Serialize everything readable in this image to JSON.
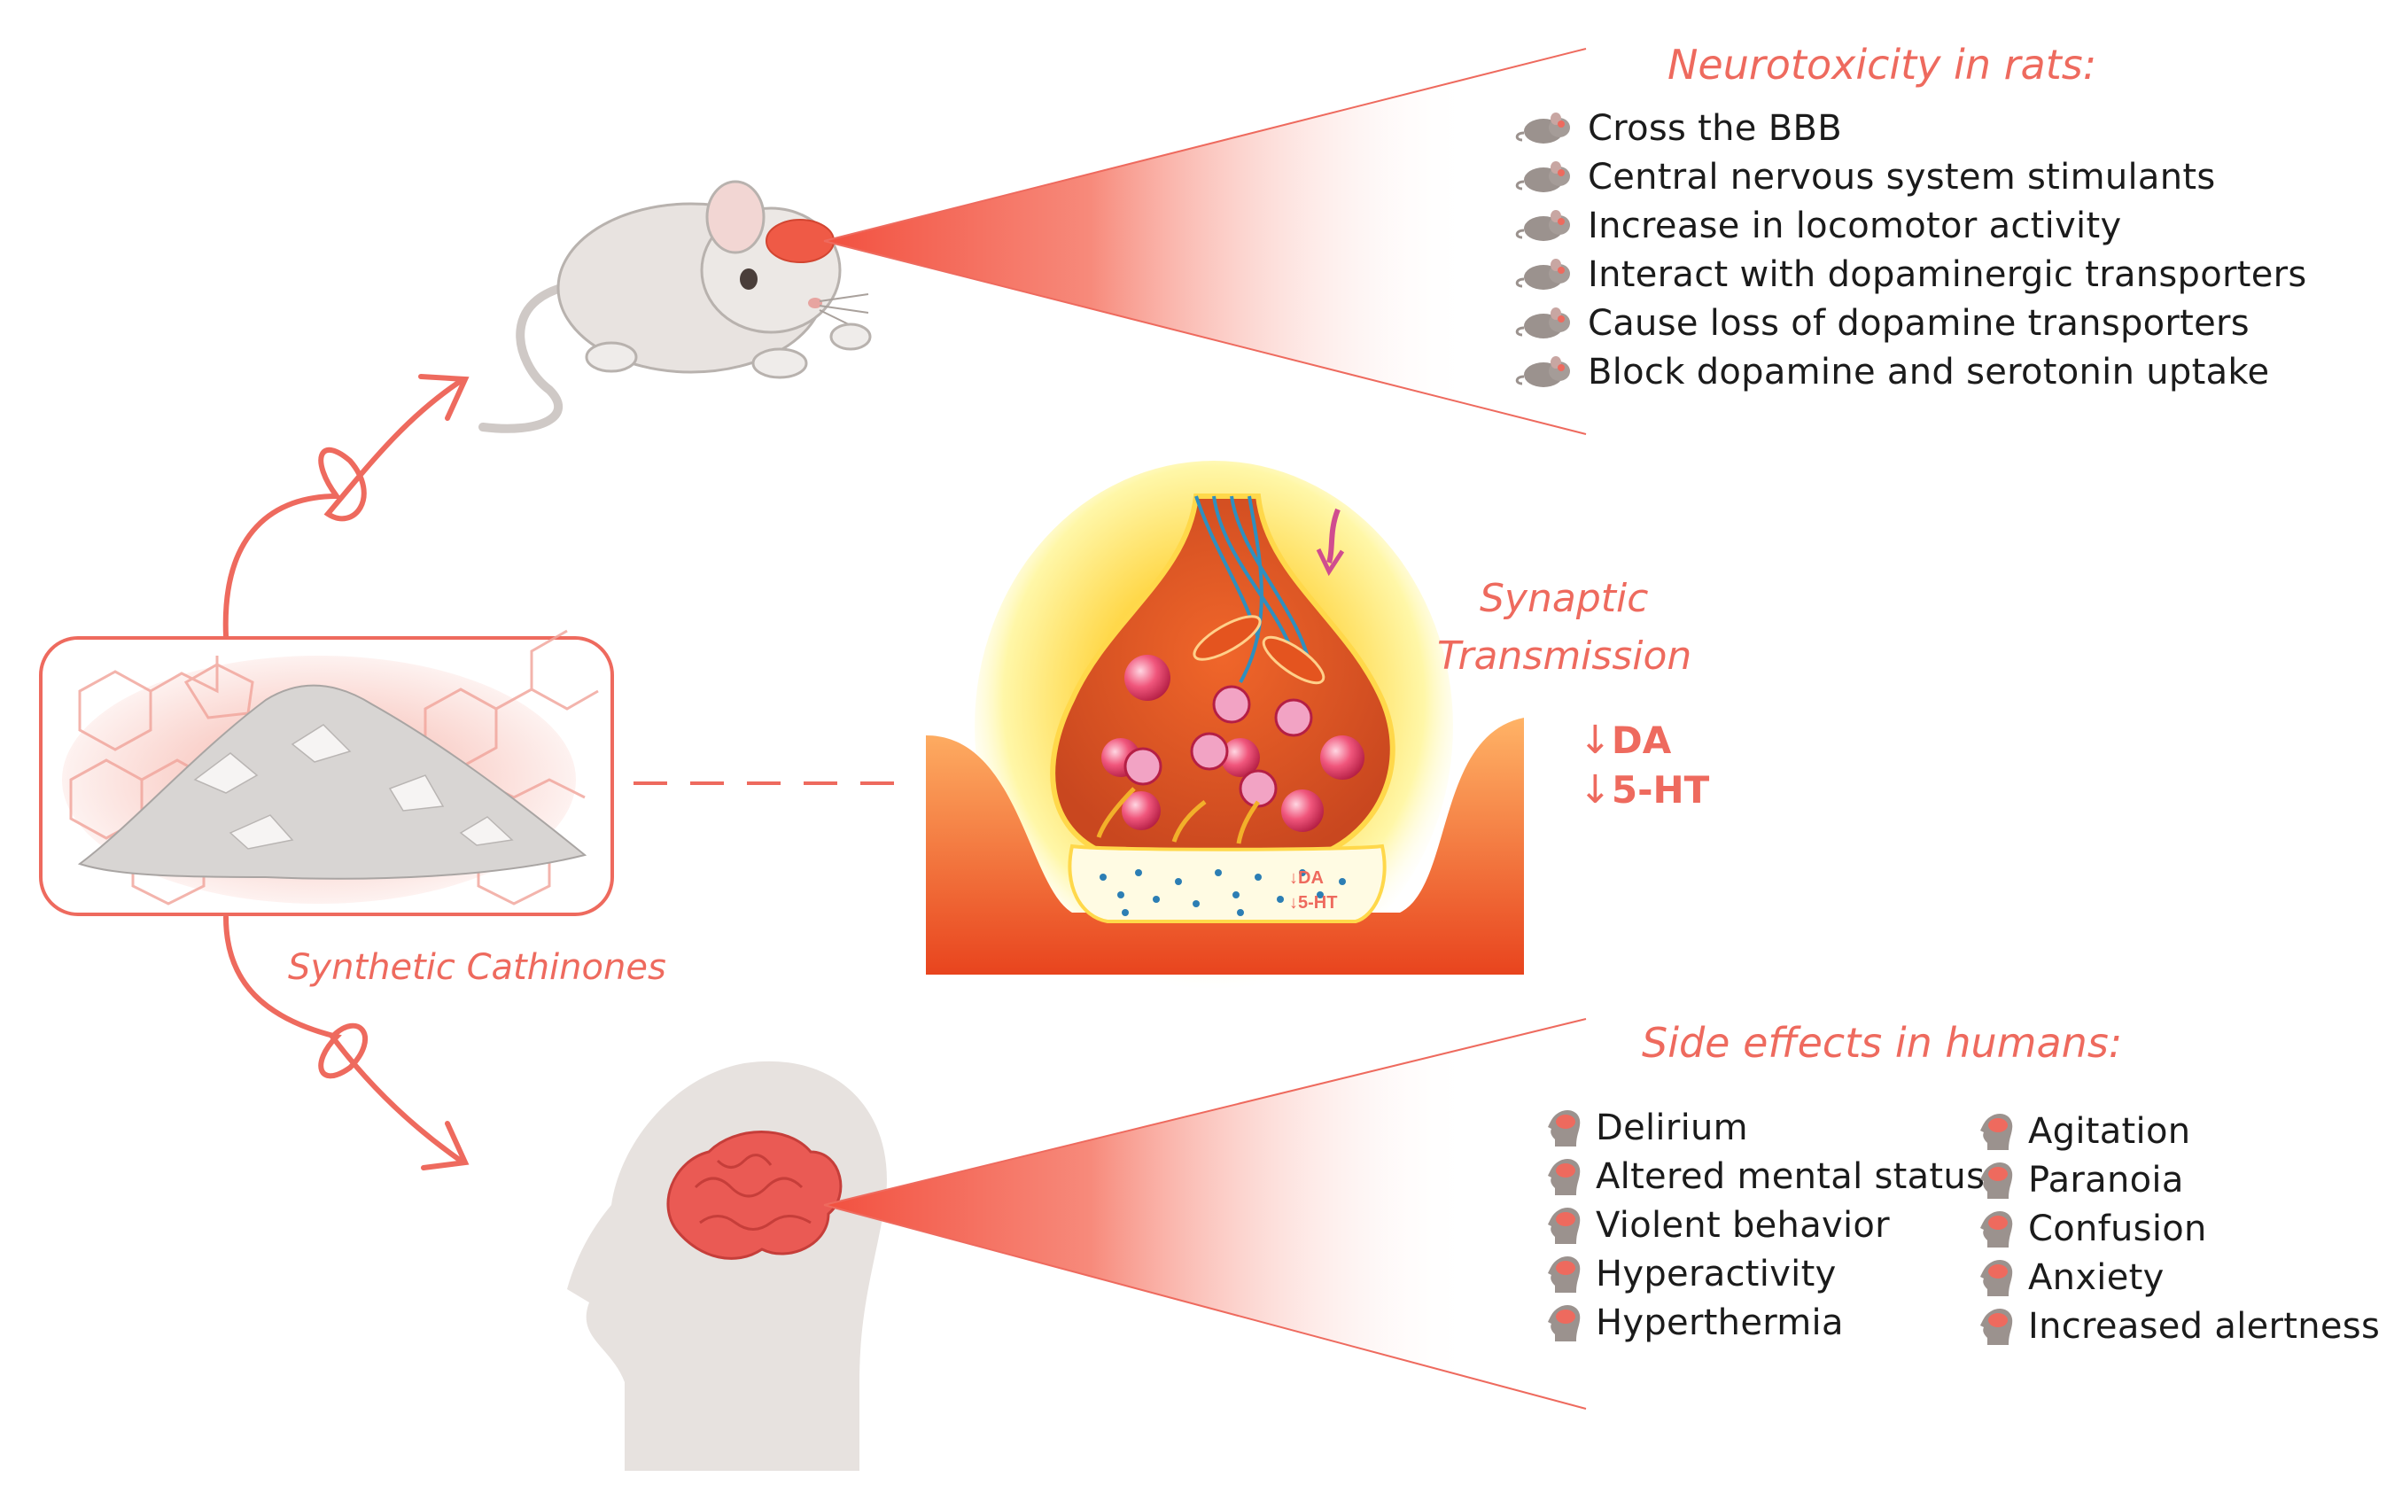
{
  "colors": {
    "accent": "#ee6a5e",
    "text": "#1b1b1b",
    "beam": "#f46b5c",
    "synapse_glow": "#fff47a",
    "brain": "#ea5a54",
    "head": "#e4dfdc",
    "mouse": "#e6e1de"
  },
  "labels": {
    "synthetic_cathinones": "Synthetic Cathinones",
    "synaptic_line1": "Synaptic",
    "synaptic_line2": "Transmission",
    "da": "DA",
    "serotonin": "5-HT",
    "inset_da": "↓DA",
    "inset_5ht": "↓5-HT",
    "arrow_down": "↓"
  },
  "rats": {
    "heading": "Neurotoxicity in rats:",
    "icon": "mouse-icon",
    "items": [
      "Cross the BBB",
      "Central nervous system stimulants",
      "Increase in locomotor activity",
      "Interact with dopaminergic transporters",
      "Cause loss of dopamine transporters",
      "Block dopamine and serotonin uptake"
    ]
  },
  "humans": {
    "heading": "Side effects in humans:",
    "icon": "human-head-icon",
    "left_items": [
      "Delirium",
      "Altered mental status",
      "Violent behavior",
      "Hyperactivity",
      "Hyperthermia"
    ],
    "right_items": [
      "Agitation",
      "Paranoia",
      "Confusion",
      "Anxiety",
      "Increased alertness"
    ]
  }
}
